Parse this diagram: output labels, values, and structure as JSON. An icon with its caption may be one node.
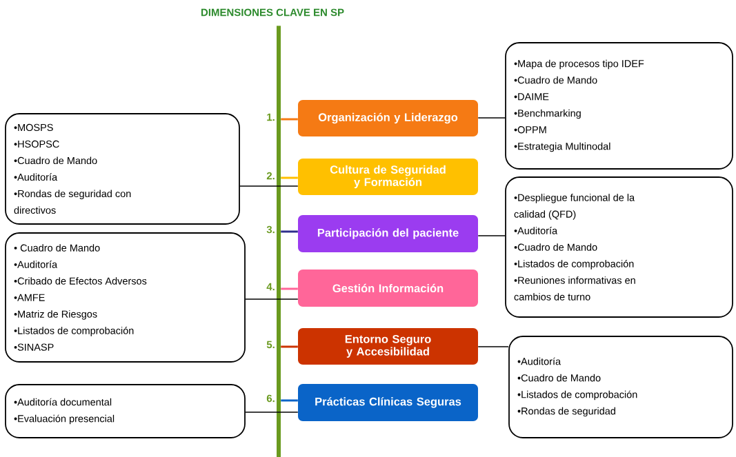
{
  "diagram": {
    "title": "DIMENSIONES CLAVE EN SP",
    "nodes": [
      {
        "text": [],
        "shape": "bar"
      },
      {
        "text": [
          "Organización y Liderazgo"
        ]
      },
      {
        "text": [
          "Cultura de Seguridad y Formación"
        ]
      },
      {
        "text": [
          "Participación del paciente"
        ]
      },
      {
        "text": [
          "Gestión Información"
        ]
      },
      {
        "text": [
          "Entorno Seguro y Accesibilidad"
        ]
      },
      {
        "text": [
          "Prácticas Clínicas Seguras"
        ]
      },
      {
        "text": [
          "•Mapa de procesos tipo IDEF",
          "•Cuadro de Mando",
          "•DAIME",
          "•Benchmarking",
          "•OPPM",
          "•Estrategia Multinodal"
        ]
      },
      {
        "text": [
          "•MOSPS",
          "•HSOPSC",
          "•Cuadro de Mando",
          "•Auditoría",
          "•Rondas de seguridad con directivos"
        ]
      },
      {
        "text": [
          "•Despliegue funcional de la calidad (QFD)",
          "•Auditoría",
          "•Cuadro de Mando",
          "•Listados de comprobación",
          "•Reuniones informativas en cambios de turno"
        ]
      },
      {
        "text": [
          "• Cuadro de Mando",
          "•Auditoría",
          "•Cribado de Efectos Adversos",
          "•AMFE",
          "•Matriz de Riesgos",
          "•Listados de comprobación",
          "•SINASP"
        ]
      },
      {
        "text": [
          "•Auditoría",
          "•Cuadro de Mando",
          "•Listados de comprobación",
          "•Rondas de seguridad"
        ]
      },
      {
        "text": [
          "•Auditoría documental",
          "•Evaluación presencial"
        ]
      }
    ],
    "edges": [
      {
        "from": 0,
        "to": 1,
        "arrow": "none",
        "color": "#f57a14"
      },
      {
        "from": 0,
        "to": 2,
        "arrow": "none",
        "color": "#ffc000"
      },
      {
        "from": 0,
        "to": 3,
        "arrow": "none",
        "color": "#2e2e8c"
      },
      {
        "from": 0,
        "to": 4,
        "arrow": "none",
        "color": "#ff6699"
      },
      {
        "from": 0,
        "to": 5,
        "arrow": "none",
        "color": "#cc3300"
      },
      {
        "from": 0,
        "to": 6,
        "arrow": "none",
        "color": "#0a64c8"
      },
      {
        "from": 1,
        "to": 7,
        "arrow": "none"
      },
      {
        "from": 2,
        "to": 8,
        "arrow": "none"
      },
      {
        "from": 3,
        "to": 9,
        "arrow": "none"
      },
      {
        "from": 4,
        "to": 10,
        "arrow": "none"
      },
      {
        "from": 5,
        "to": 11,
        "arrow": "none"
      },
      {
        "from": 6,
        "to": 12,
        "arrow": "none"
      }
    ],
    "labels": [
      "1.",
      "2.",
      "3.",
      "4.",
      "5.",
      "6."
    ]
  }
}
